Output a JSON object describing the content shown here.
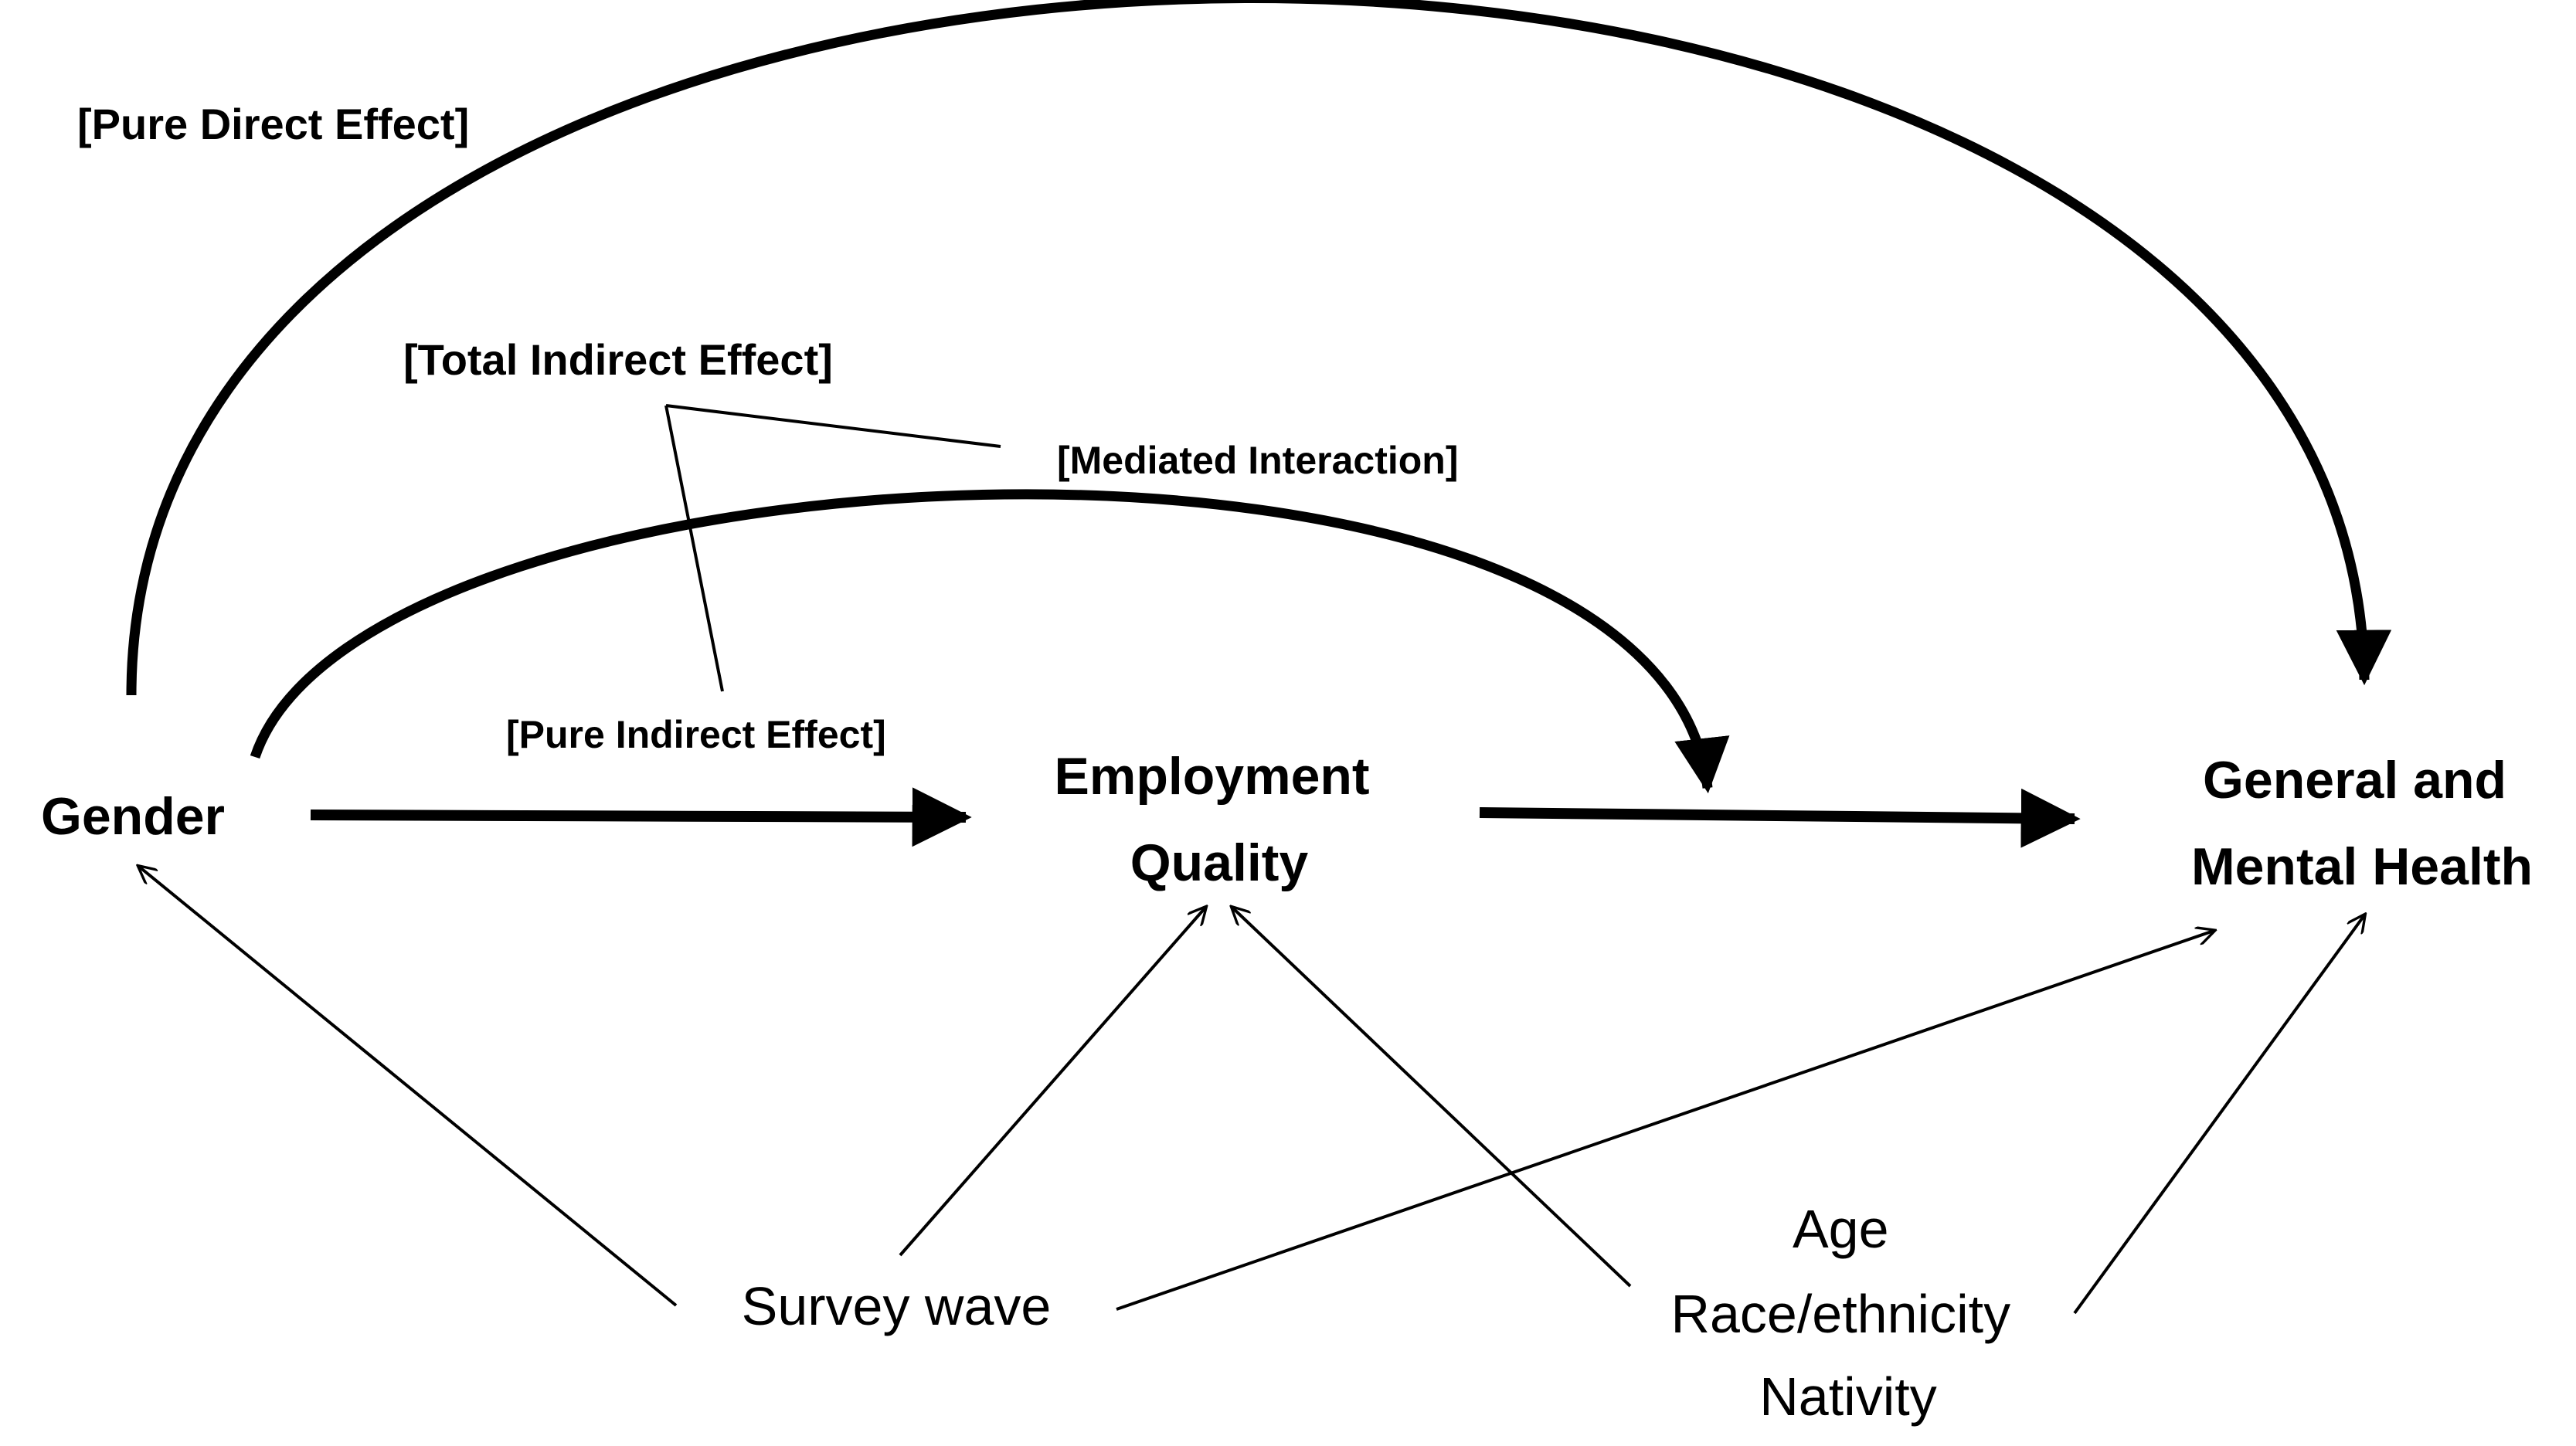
{
  "nodes": {
    "gender": "Gender",
    "employment_quality": [
      "Employment",
      "Quality"
    ],
    "health": [
      "General and",
      "Mental Health"
    ],
    "survey_wave": "Survey wave",
    "demographics": [
      "Age",
      "Race/ethnicity",
      "Nativity"
    ]
  },
  "effects": {
    "pure_direct": "[Pure Direct Effect]",
    "total_indirect": "[Total Indirect Effect]",
    "mediated_interaction": "[Mediated Interaction]",
    "pure_indirect": "[Pure Indirect Effect]"
  },
  "colors": {
    "ink": "#000000",
    "background": "#ffffff"
  }
}
